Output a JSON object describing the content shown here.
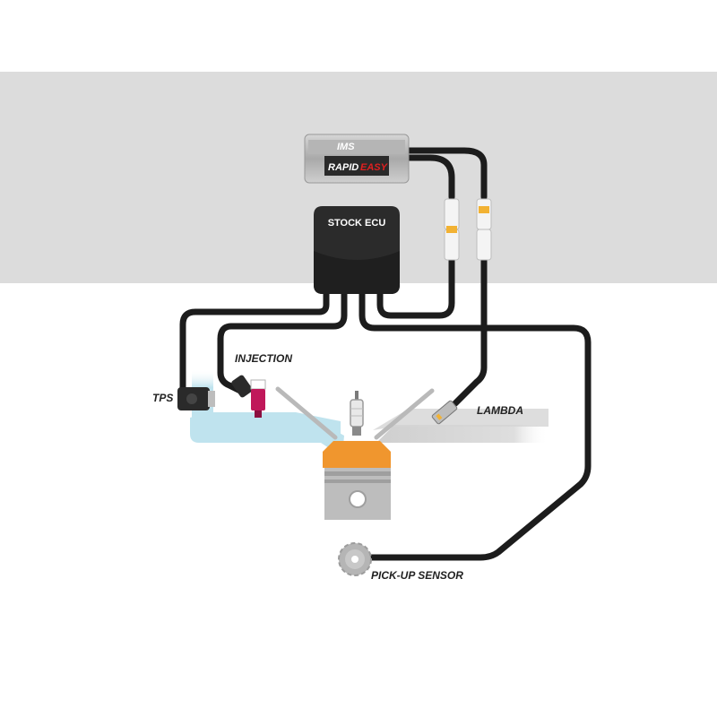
{
  "module": {
    "brand_top": "IMS",
    "brand_word1": "RAPID",
    "brand_word2": "EASY"
  },
  "stock_ecu": {
    "title": "STOCK ECU"
  },
  "labels": {
    "tps": "TPS",
    "injection": "INJECTION",
    "lambda": "LAMBDA",
    "pickup": "PICK-UP SENSOR"
  },
  "colors": {
    "background_band": "#dcdcdc",
    "intake": "#bfe3ee",
    "exhaust": "#d9d9d9",
    "piston_crown": "#f0962e",
    "cable": "#1c1c1c",
    "injector": "#c0185a",
    "connector_accent": "#f2b233"
  }
}
